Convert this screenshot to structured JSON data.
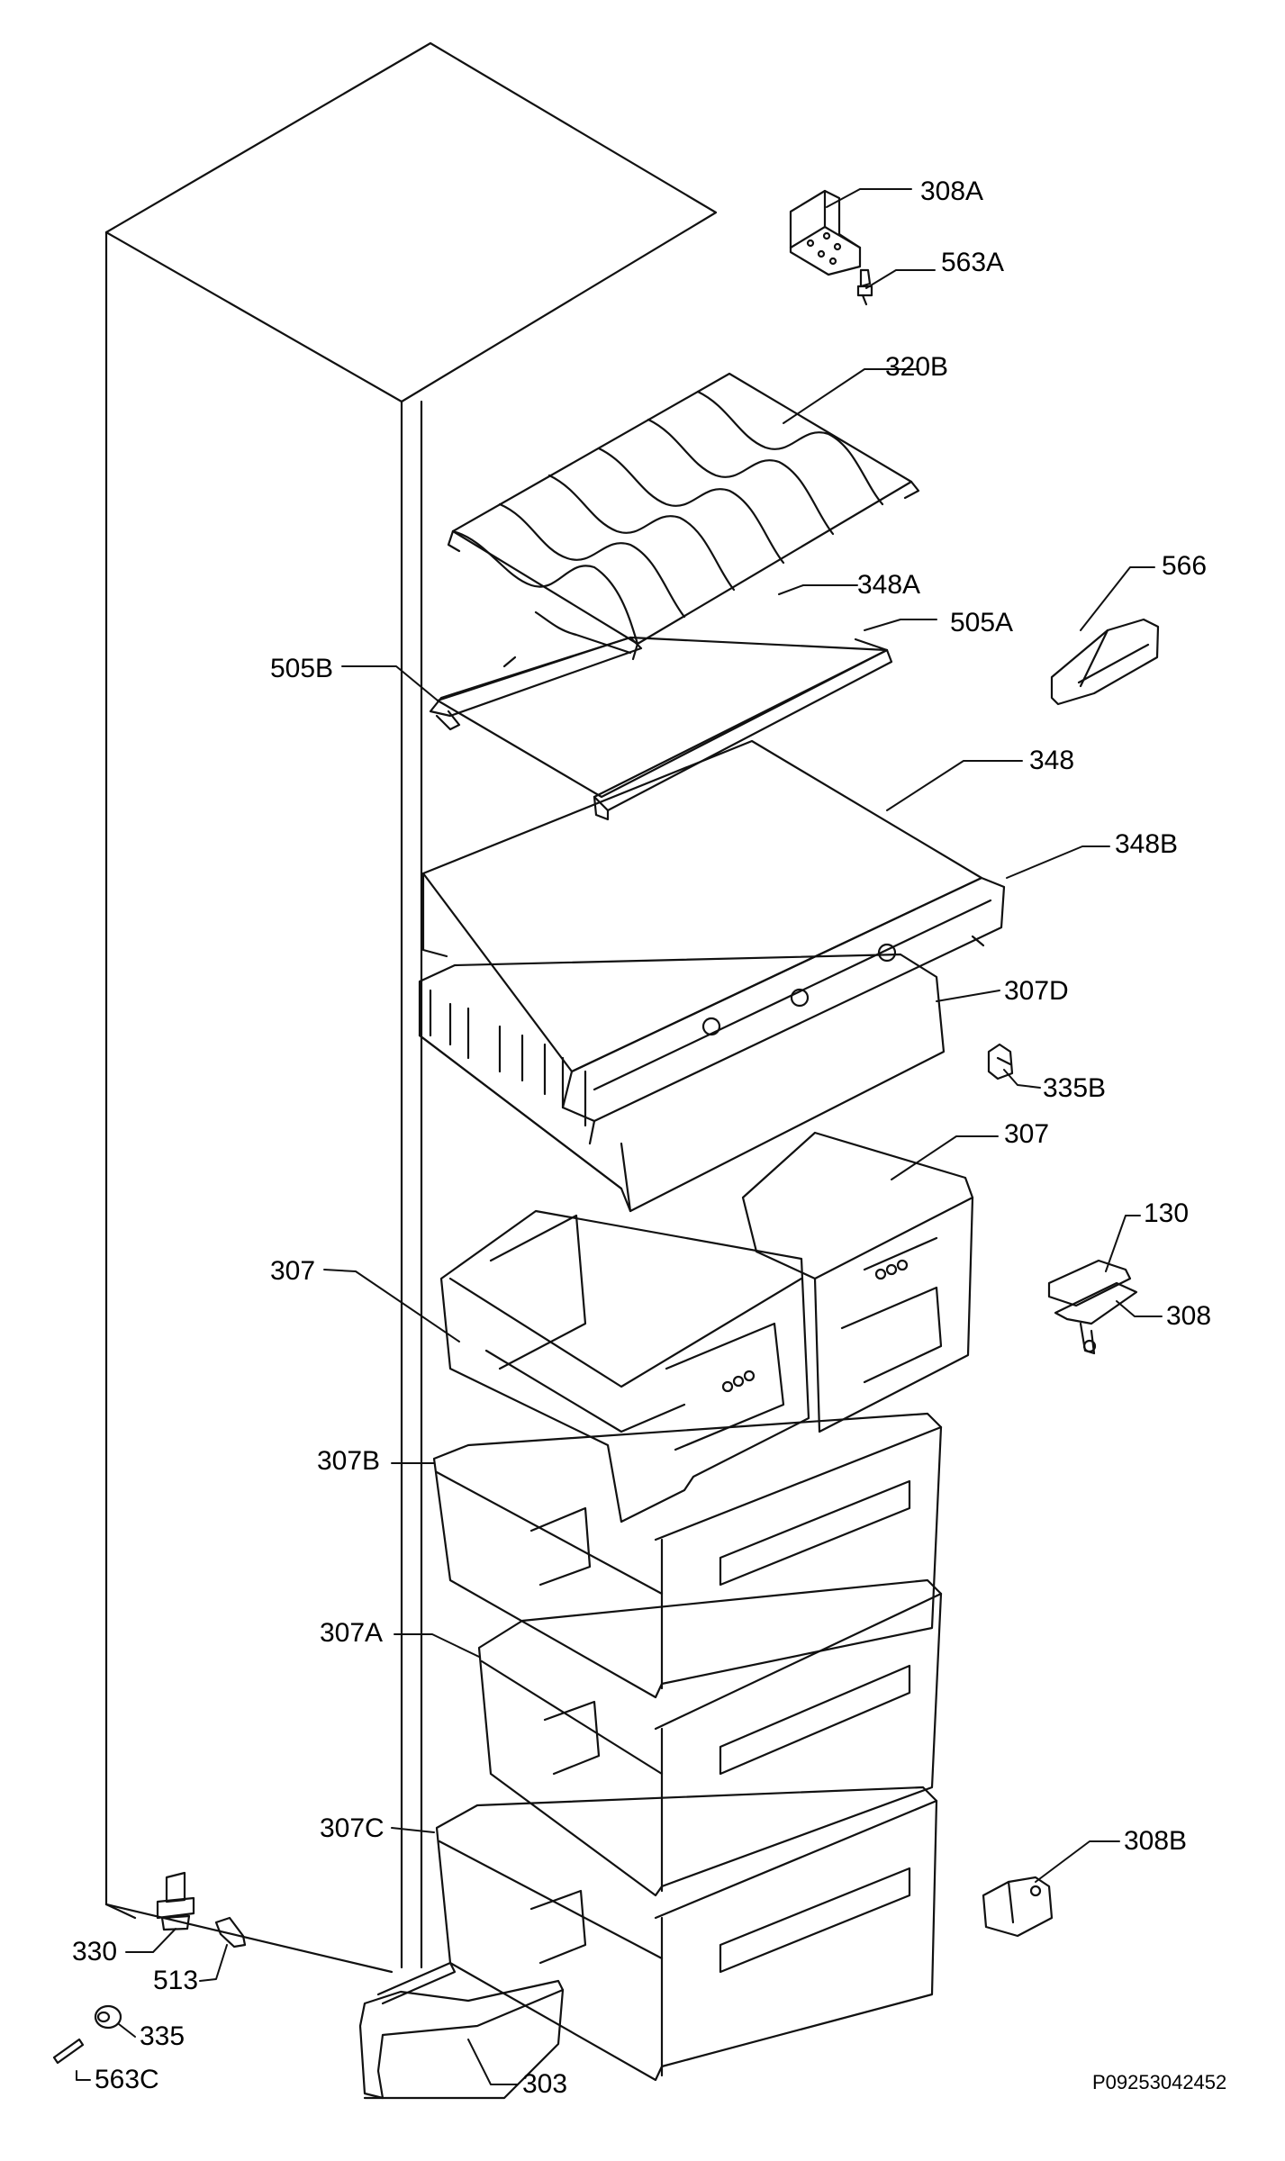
{
  "labels": {
    "l308a": "308A",
    "l563a": "563A",
    "l320b": "320B",
    "l566": "566",
    "l348a": "348A",
    "l505a": "505A",
    "l505b": "505B",
    "l348": "348",
    "l348b": "348B",
    "l307d": "307D",
    "l335b": "335B",
    "l307_right": "307",
    "l130": "130",
    "l308": "308",
    "l307_left": "307",
    "l307b": "307B",
    "l307a": "307A",
    "l307c": "307C",
    "l308b": "308B",
    "l330": "330",
    "l513": "513",
    "l335": "335",
    "l563c": "563C",
    "l303": "303"
  },
  "drawing_code": "P09253042452"
}
